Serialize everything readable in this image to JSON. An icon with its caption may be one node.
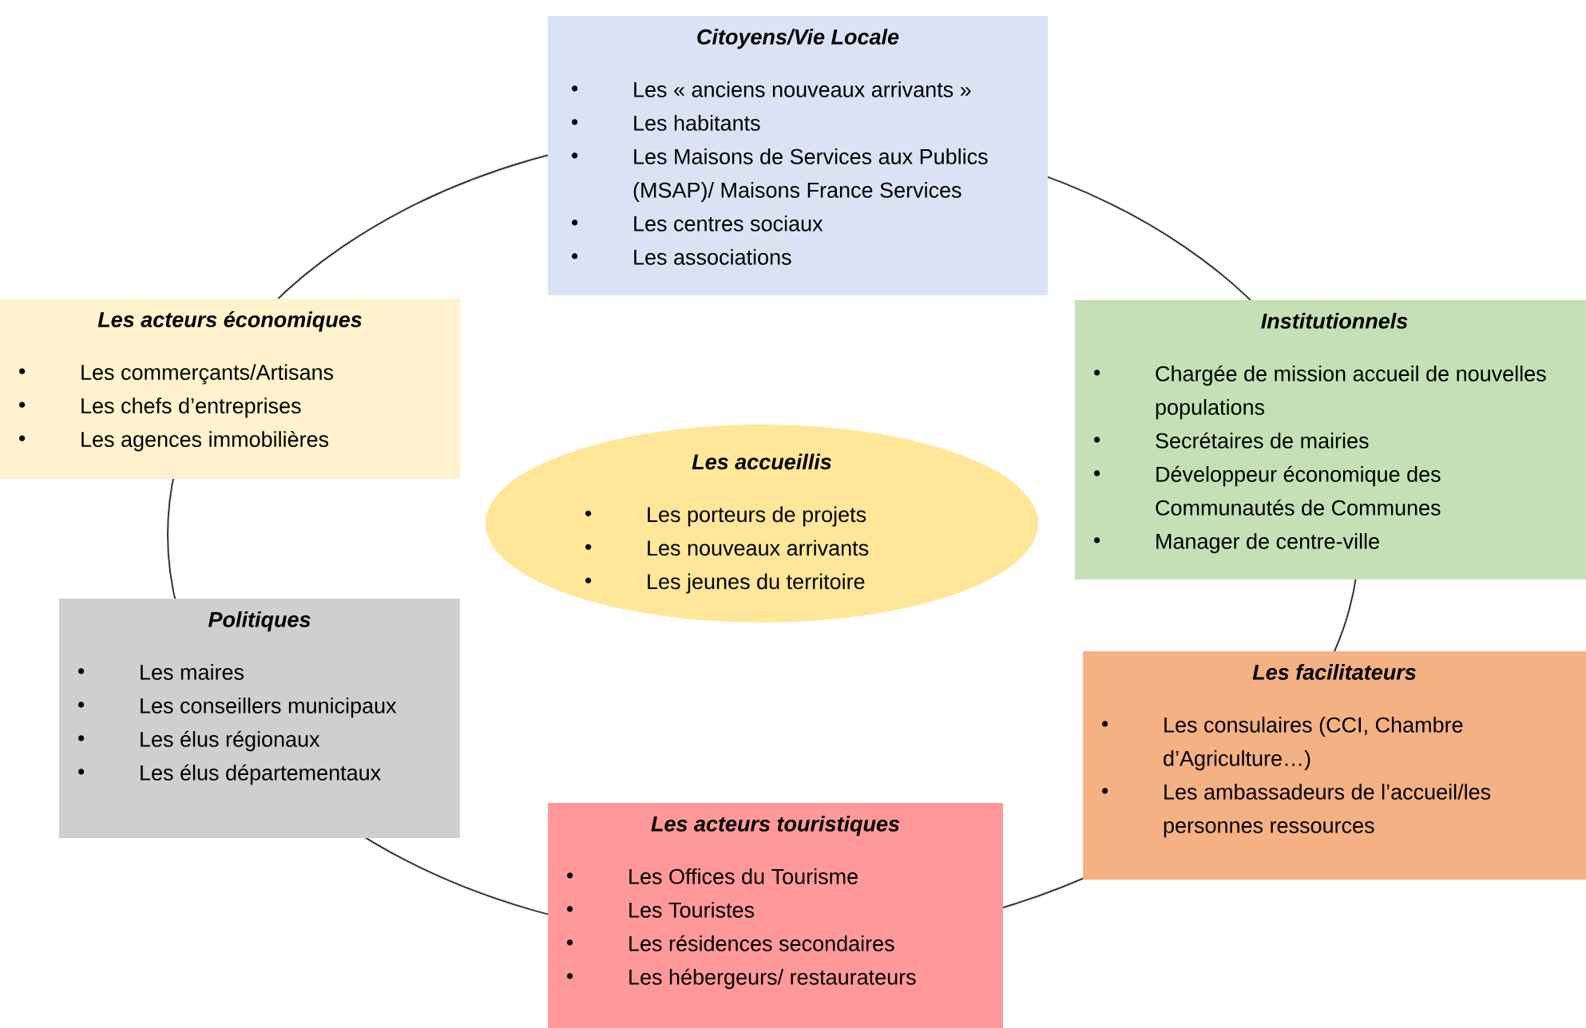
{
  "diagram": {
    "nodes": [
      {
        "text": [
          "Citoyens/Vie Locale",
          "Les « anciens nouveaux arrivants »",
          "Les habitants",
          "Les Maisons de Services aux Publics (MSAP)/ Maisons France Services",
          "Les centres sociaux",
          "Les associations"
        ]
      },
      {
        "text": [
          "Les acteurs économiques",
          "Les commerçants/Artisans",
          "Les chefs d’entreprises",
          "Les agences immobilières"
        ]
      },
      {
        "text": [
          "Institutionnels",
          "Chargée de mission accueil de nouvelles populations",
          "Secrétaires de mairies",
          "Développeur économique des Communautés de Communes",
          "Manager de centre-ville"
        ]
      },
      {
        "text": [
          "Les accueillis",
          "Les porteurs de projets",
          "Les nouveaux arrivants",
          "Les jeunes du territoire"
        ]
      },
      {
        "text": [
          "Politiques",
          "Les maires",
          "Les conseillers municipaux",
          "Les élus régionaux",
          "Les élus départementaux"
        ]
      },
      {
        "text": [
          "Les facilitateurs",
          "Les consulaires (CCI, Chambre d’Agriculture…)",
          "Les ambassadeurs de l’accueil/les personnes ressources"
        ]
      },
      {
        "text": [
          "Les acteurs touristiques",
          "Les Offices du Tourisme",
          "Les Touristes",
          "Les résidences secondaires",
          "Les hébergeurs/ restaurateurs"
        ]
      }
    ]
  }
}
